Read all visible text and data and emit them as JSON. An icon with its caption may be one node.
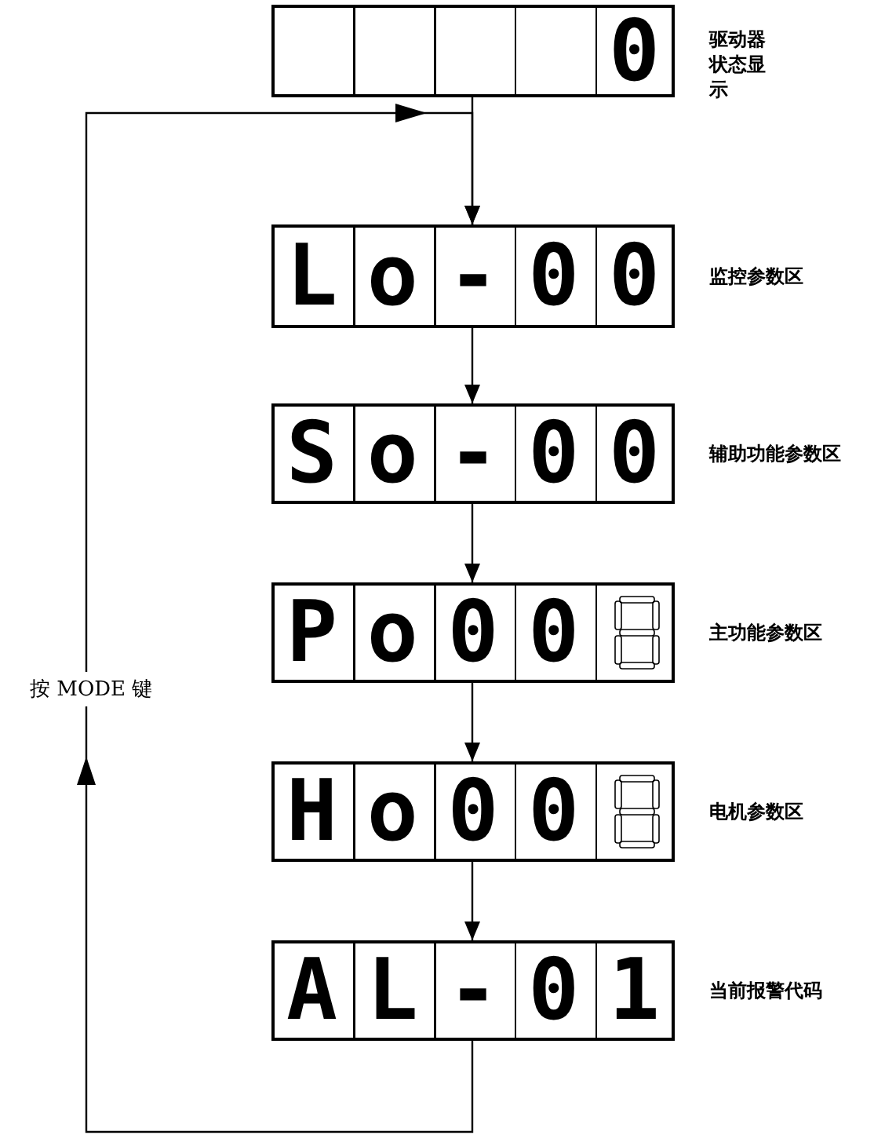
{
  "diagram": {
    "nodes": [
      {
        "text": [
          "0"
        ],
        "beside": [
          "驱动器状态显示"
        ]
      },
      {
        "text": [
          "Lo-00"
        ],
        "beside": [
          "监控参数区"
        ]
      },
      {
        "text": [
          "So-00"
        ],
        "beside": [
          "辅助功能参数区"
        ]
      },
      {
        "text": [
          "Po00"
        ],
        "beside": [
          "主功能参数区"
        ]
      },
      {
        "text": [
          "Ho00"
        ],
        "beside": [
          "电机参数区"
        ]
      },
      {
        "text": [
          "AL-01"
        ],
        "beside": [
          "当前报警代码"
        ]
      }
    ],
    "edges": [
      {
        "from": 0,
        "to": 1,
        "arrow": "to"
      },
      {
        "from": 1,
        "to": 2,
        "arrow": "to"
      },
      {
        "from": 2,
        "to": 3,
        "arrow": "to"
      },
      {
        "from": 3,
        "to": 4,
        "arrow": "to"
      },
      {
        "from": 4,
        "to": 5,
        "arrow": "to"
      },
      {
        "from": 5,
        "to": 1,
        "arrow": "to",
        "label": "按 MODE 键"
      }
    ]
  }
}
